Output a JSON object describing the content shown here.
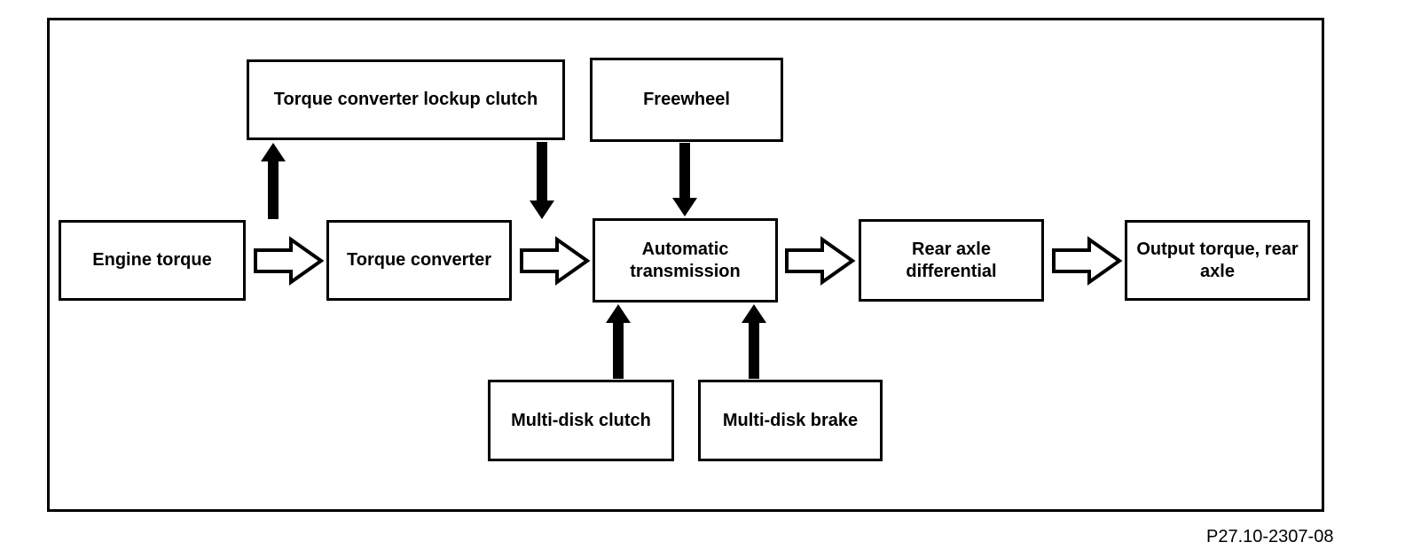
{
  "diagram": {
    "caption": "P27.10-2307-08",
    "colors": {
      "line": "#000000",
      "background": "#ffffff"
    },
    "boxes": {
      "engine_torque": {
        "label": "Engine torque"
      },
      "torque_converter": {
        "label": "Torque converter"
      },
      "automatic_transmission": {
        "label": "Automatic transmission"
      },
      "rear_axle_differential": {
        "label": "Rear axle differential"
      },
      "output_torque_rear_axle": {
        "label": "Output torque, rear axle"
      },
      "torque_converter_lockup_clutch": {
        "label": "Torque converter lockup clutch"
      },
      "freewheel": {
        "label": "Freewheel"
      },
      "multi_disk_clutch": {
        "label": "Multi-disk clutch"
      },
      "multi_disk_brake": {
        "label": "Multi-disk brake"
      }
    },
    "connections": [
      {
        "from": "engine_torque",
        "to": "torque_converter",
        "style": "hollow-right-arrow"
      },
      {
        "from": "torque_converter",
        "to": "automatic_transmission",
        "style": "hollow-right-arrow"
      },
      {
        "from": "automatic_transmission",
        "to": "rear_axle_differential",
        "style": "hollow-right-arrow"
      },
      {
        "from": "rear_axle_differential",
        "to": "output_torque_rear_axle",
        "style": "hollow-right-arrow"
      },
      {
        "from": "engine_torque_junction",
        "to": "torque_converter_lockup_clutch",
        "style": "solid-up-arrow"
      },
      {
        "from": "torque_converter_lockup_clutch",
        "to": "automatic_transmission_junction",
        "style": "solid-down-arrow"
      },
      {
        "from": "freewheel",
        "to": "automatic_transmission",
        "style": "solid-down-arrow"
      },
      {
        "from": "multi_disk_clutch",
        "to": "automatic_transmission",
        "style": "solid-up-arrow"
      },
      {
        "from": "multi_disk_brake",
        "to": "automatic_transmission",
        "style": "solid-up-arrow"
      }
    ]
  }
}
